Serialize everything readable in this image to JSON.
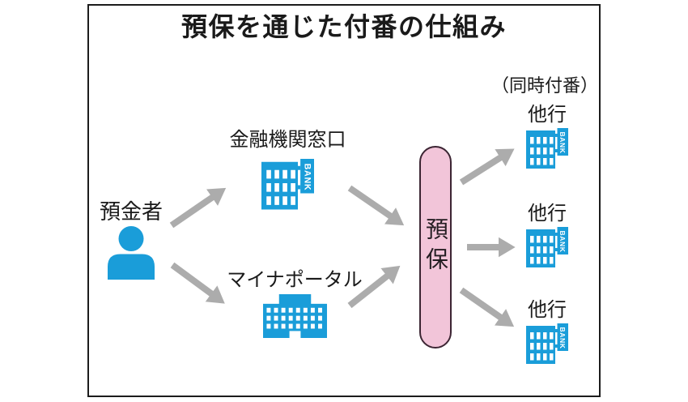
{
  "title": "預保を通じた付番の仕組み",
  "annotation": {
    "label": "（同時付番）"
  },
  "nodes": {
    "depositor": {
      "label": "預金者"
    },
    "bank_counter": {
      "label": "金融機関窓口",
      "icon_text": "BANK"
    },
    "myna_portal": {
      "label": "マイナポータル"
    },
    "deposit_insurance": {
      "label": "預保"
    },
    "other_banks": [
      {
        "label": "他行",
        "icon_text": "BANK"
      },
      {
        "label": "他行",
        "icon_text": "BANK"
      },
      {
        "label": "他行",
        "icon_text": "BANK"
      }
    ]
  },
  "colors": {
    "blue": "#1a9dd9",
    "pink": "#f2c5d9",
    "pink-border": "#3c2533",
    "arrow": "#acacac",
    "frame-border": "#1c1c1c",
    "text": "#1a1a1a"
  }
}
